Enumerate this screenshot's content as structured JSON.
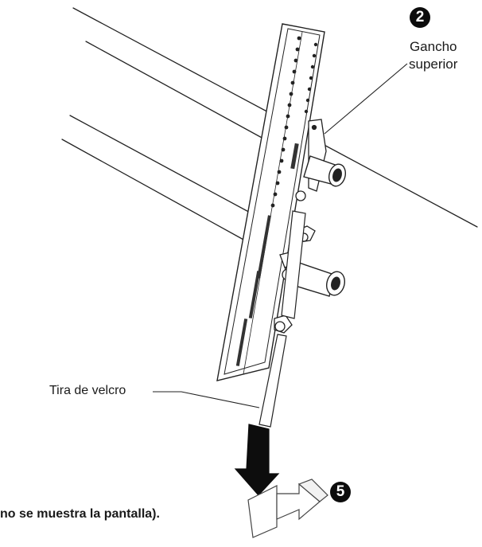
{
  "callouts": [
    {
      "number": "2",
      "label_line1": "Gancho",
      "label_line2": "superior"
    },
    {
      "number": "5"
    }
  ],
  "labels": {
    "velcro": "Tira de velcro",
    "note": "no se muestra la pantalla)."
  },
  "colors": {
    "line": "#222222",
    "fill": "#ffffff",
    "dark": "#111111",
    "arrow": "#0d0d0d"
  }
}
